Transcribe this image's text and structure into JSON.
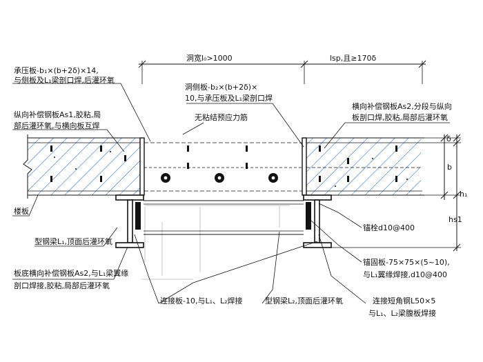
{
  "dimensions": {
    "opening_width": "洞宽l₀>1000",
    "anchor_length": "lsp,且≥170δ",
    "delta": "δ",
    "b": "b",
    "h1": "h₁",
    "hs1": "hs1"
  },
  "labels": {
    "bearing_plate_1": "承压板-b₁×(b+2δ)×14,",
    "bearing_plate_2": "与侧板及L₁梁剖口焊,后灌环氧",
    "side_plate_1": "洞侧板-b₂×(b+2δ)×",
    "side_plate_2": "10,与承压板及L₁梁剖口焊",
    "unbonded_tendon": "无粘结预应力筋",
    "long_plate_1": "纵向补偿钢板As1,胶粘,局",
    "long_plate_2": "部后灌环氧,与横向板互焊",
    "trans_plate_1": "横向补偿钢板As2,分段与纵向",
    "trans_plate_2": "板剖口焊,胶粘,局部后灌环氧",
    "floor_slab": "楼板",
    "steel_beam_l1": "型钢梁L₁,顶面后灌环氧",
    "bottom_plate_1": "板底横向补偿钢板As2,与L₁梁翼缘",
    "bottom_plate_2": "剖口焊接,胶粘,局部后灌环氧",
    "connect_plate": "连接板-10,与L₁、L₂焊接",
    "steel_beam_l2": "型钢梁L₂,顶面后灌环氧",
    "angle_1": "连接短角钢L50×5",
    "angle_2": "与L₁、L₂梁腹板焊接",
    "anchor_bolt": "锚栓d10@400",
    "anchor_plate_1": "锚固板-75×75×(5~10),",
    "anchor_plate_2": "与L₁翼缘焊接,d10@400"
  },
  "colors": {
    "line": "#111111",
    "hatch": "#1e6fd0",
    "ghost": "#b9b9b9"
  }
}
